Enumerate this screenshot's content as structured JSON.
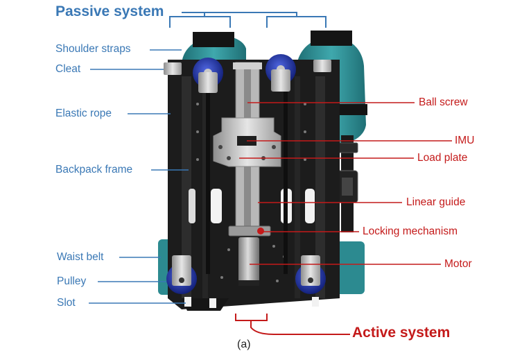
{
  "titles": {
    "passive": "Passive system",
    "active": "Active system"
  },
  "caption": "(a)",
  "labels_left": {
    "shoulder_straps": "Shoulder straps",
    "cleat": "Cleat",
    "elastic_rope": "Elastic rope",
    "backpack_frame": "Backpack frame",
    "waist_belt": "Waist belt",
    "pulley": "Pulley",
    "slot": "Slot"
  },
  "labels_right": {
    "ball_screw": "Ball screw",
    "imu": "IMU",
    "load_plate": "Load plate",
    "linear_guide": "Linear guide",
    "locking_mechanism": "Locking mechanism",
    "motor": "Motor"
  },
  "colors": {
    "passive": "#3a78b5",
    "active": "#c41a1a",
    "frame": "#1c1c1c",
    "strap": "#2e8f95",
    "pulley": "#1f35a8"
  }
}
